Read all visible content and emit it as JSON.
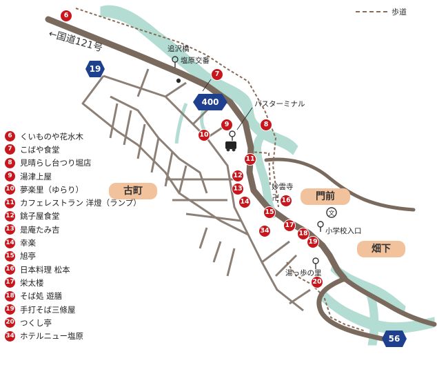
{
  "title": "",
  "walkway_legend": "歩道",
  "road_label": "←国道121号",
  "route_shields": [
    {
      "number": "19",
      "color": "#1f3f8f"
    },
    {
      "number": "400",
      "color": "#1f3f8f"
    },
    {
      "number": "56",
      "color": "#1f3f8f"
    }
  ],
  "areas": [
    {
      "name": "古町"
    },
    {
      "name": "門前"
    },
    {
      "name": "畑下"
    }
  ],
  "places": [
    {
      "name": "追沢橋",
      "icon": "spot-icon"
    },
    {
      "name": "塩原交番",
      "icon": "police-dot-icon"
    },
    {
      "name": "バスターミナル",
      "icon": "bus-icon"
    },
    {
      "name": "妙雲寺",
      "icon": "temple-icon"
    },
    {
      "name": "小学校入口",
      "icon": "school-icon"
    },
    {
      "name": "湯っ歩の里",
      "icon": "spot-icon"
    }
  ],
  "legend": [
    {
      "num": "6",
      "name": "くいものや花水木"
    },
    {
      "num": "7",
      "name": "こばや食堂"
    },
    {
      "num": "8",
      "name": "見晴らし台つり堀店"
    },
    {
      "num": "9",
      "name": "湯津上屋"
    },
    {
      "num": "10",
      "name": "夢楽里（ゆらり）"
    },
    {
      "num": "11",
      "name": "カフェレストラン 洋燈（ランプ）"
    },
    {
      "num": "12",
      "name": "銚子屋食堂"
    },
    {
      "num": "13",
      "name": "是庵たみ吉"
    },
    {
      "num": "14",
      "name": "幸楽"
    },
    {
      "num": "15",
      "name": "旭亭"
    },
    {
      "num": "16",
      "name": "日本料理 松本"
    },
    {
      "num": "17",
      "name": "栄太楼"
    },
    {
      "num": "18",
      "name": "そば処 遊膳"
    },
    {
      "num": "19",
      "name": "手打そば三條屋"
    },
    {
      "num": "20",
      "name": "つくし亭"
    },
    {
      "num": "34",
      "name": "ホテルニュー塩原"
    }
  ],
  "markers": [
    "6",
    "7",
    "8",
    "9",
    "10",
    "11",
    "12",
    "13",
    "14",
    "15",
    "16",
    "17",
    "18",
    "19",
    "20",
    "34"
  ],
  "colors": {
    "river": "#b3ddd2",
    "road": "#7a6a5e",
    "street": "#8c7f76",
    "marker": "#c8161d",
    "area_label": "#f2c29c",
    "shield": "#1f3f8f"
  }
}
